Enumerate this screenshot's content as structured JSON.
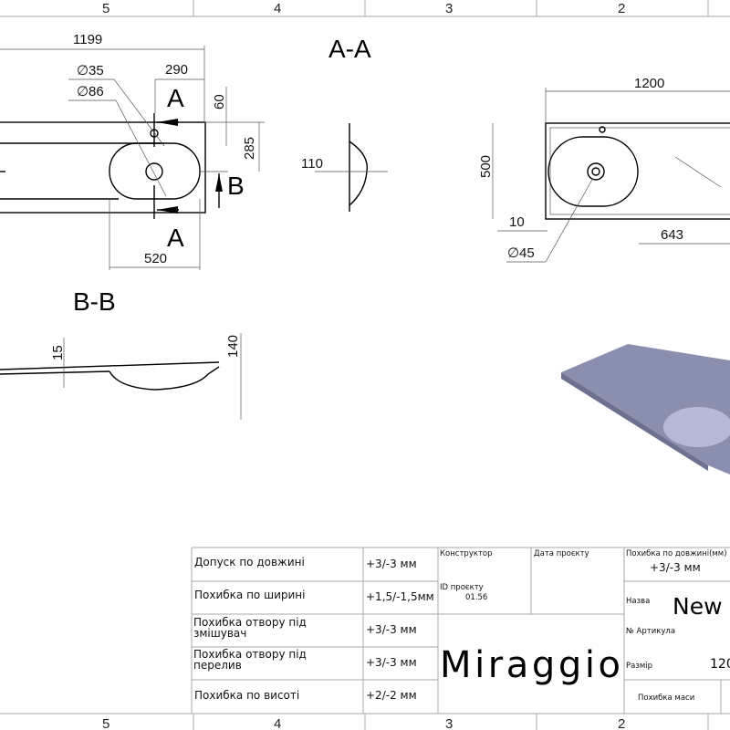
{
  "ruler": {
    "top": [
      "5",
      "4",
      "3",
      "2"
    ],
    "bottom": [
      "5",
      "4",
      "3",
      "2"
    ]
  },
  "views": {
    "top": {
      "d1199": "1199",
      "d290": "290",
      "d35": "35",
      "d86": "86",
      "d60": "60",
      "d285": "285",
      "d520": "520",
      "section_a": "A",
      "section_b": "B"
    },
    "section_aa": {
      "title": "A-A",
      "d110": "110"
    },
    "section_bb": {
      "title": "B-B",
      "d15": "15",
      "d140": "140"
    },
    "plan": {
      "d1200": "1200",
      "d500": "500",
      "d10": "10",
      "d45": "45",
      "d643": "643"
    },
    "diameter_symbol": "∅"
  },
  "title_block": {
    "tolerances": [
      {
        "label": "Допуск по довжині",
        "value": "+3/-3 мм"
      },
      {
        "label": "Похибка по ширині",
        "value": "+1,5/-1,5мм"
      },
      {
        "label": "Похибка отвору під змішувач",
        "value": "+3/-3 мм"
      },
      {
        "label": "Похибка отвору під перелив",
        "value": "+3/-3 мм"
      },
      {
        "label": "Похибка по висоті",
        "value": "+2/-2 мм"
      }
    ],
    "designer_label": "Конструктор",
    "date_label": "Дата проєкту",
    "project_id_label": "ID проєкту",
    "project_id": "01.56",
    "brand": "Miraggio",
    "length_tol_label": "Похибка по довжині(мм)",
    "length_tol_value": "+3/-3 мм",
    "name_label": "Назва",
    "name_value": "New",
    "article_label": "№ Артикула",
    "size_label": "Размір",
    "size_value": "120",
    "mass_tol_label": "Похибка маси"
  }
}
